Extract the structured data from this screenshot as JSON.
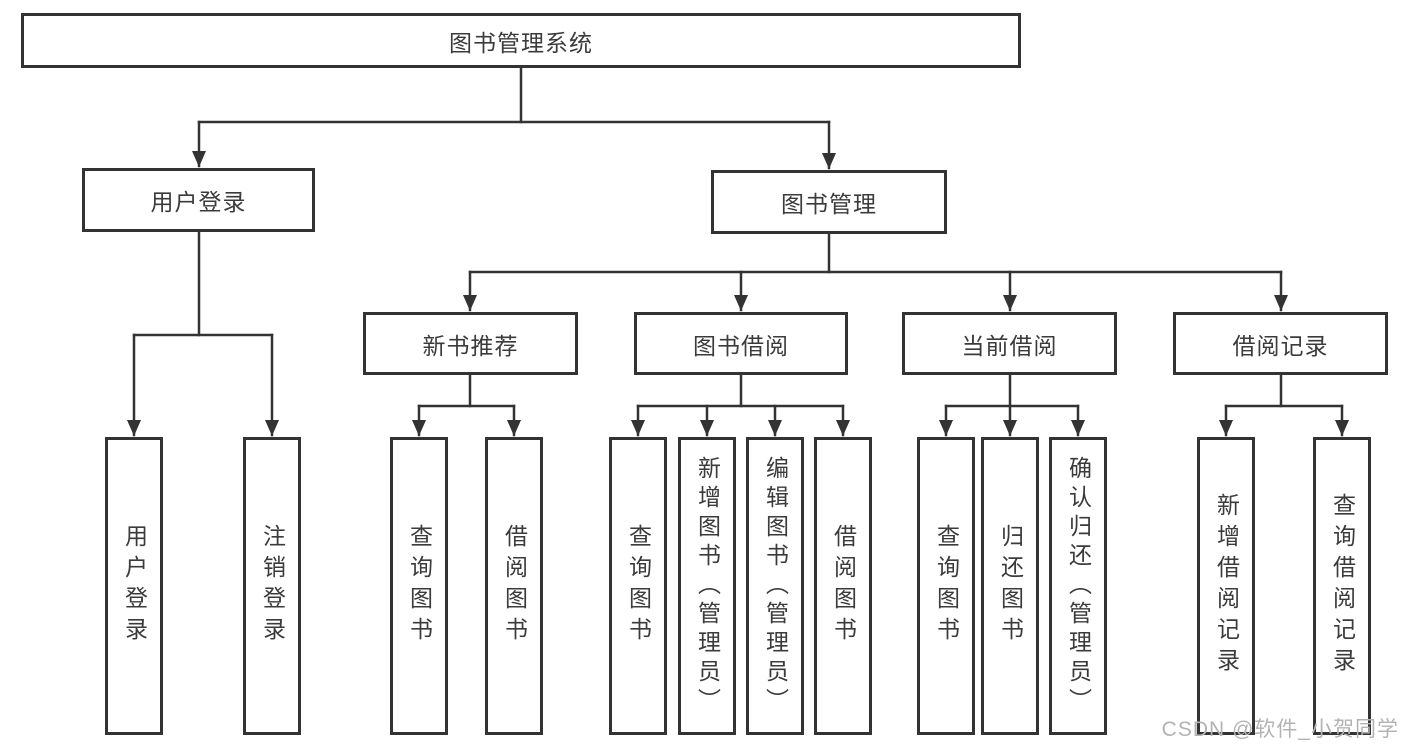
{
  "tree": {
    "root": {
      "label": "图书管理系统"
    },
    "branches": [
      {
        "label": "用户登录",
        "children": [
          {
            "label": "用户登录"
          },
          {
            "label": "注销登录"
          }
        ]
      },
      {
        "label": "图书管理",
        "children": [
          {
            "label": "新书推荐",
            "children": [
              {
                "label": "查询图书"
              },
              {
                "label": "借阅图书"
              }
            ]
          },
          {
            "label": "图书借阅",
            "children": [
              {
                "label": "查询图书"
              },
              {
                "label": "新增图书（管理员）"
              },
              {
                "label": "编辑图书（管理员）"
              },
              {
                "label": "借阅图书"
              }
            ]
          },
          {
            "label": "当前借阅",
            "children": [
              {
                "label": "查询图书"
              },
              {
                "label": "归还图书"
              },
              {
                "label": "确认归还（管理员）"
              }
            ]
          },
          {
            "label": "借阅记录",
            "children": [
              {
                "label": "新增借阅记录"
              },
              {
                "label": "查询借阅记录"
              }
            ]
          }
        ]
      }
    ]
  },
  "watermark": "CSDN @软件_小贺同学",
  "colors": {
    "line": "#333333",
    "text": "#3b3b3b",
    "watermark": "#b3b3b3",
    "background": "#ffffff"
  }
}
